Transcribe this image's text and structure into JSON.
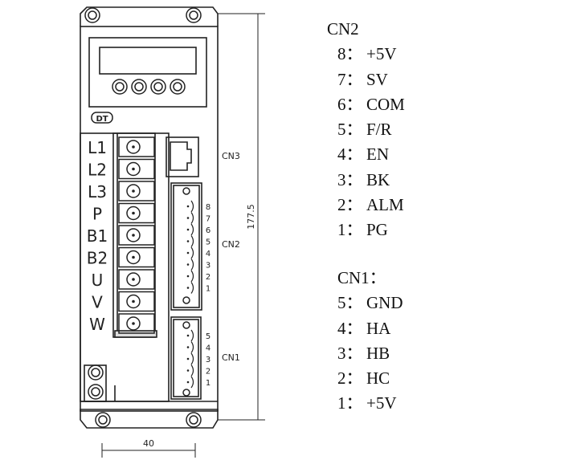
{
  "drawing": {
    "logo": "DT",
    "power_terminals": [
      "L1",
      "L2",
      "L3",
      "P",
      "B1",
      "B2",
      "U",
      "V",
      "W"
    ],
    "connector_labels": {
      "cn3": "CN3",
      "cn2": "CN2",
      "cn1": "CN1"
    },
    "cn2_pin_numbers": [
      "8",
      "7",
      "6",
      "5",
      "4",
      "3",
      "2",
      "1"
    ],
    "cn1_pin_numbers": [
      "5",
      "4",
      "3",
      "2",
      "1"
    ],
    "dimensions": {
      "height": "177.5",
      "mount_spacing": "40"
    },
    "button_count": 4
  },
  "pinouts": {
    "cn2": {
      "title": "CN2",
      "pins": [
        {
          "num": "8：",
          "signal": "+5V"
        },
        {
          "num": "7：",
          "signal": "SV"
        },
        {
          "num": "6：",
          "signal": "COM"
        },
        {
          "num": "5：",
          "signal": "F/R"
        },
        {
          "num": "4：",
          "signal": "EN"
        },
        {
          "num": "3：",
          "signal": "BK"
        },
        {
          "num": "2：",
          "signal": "ALM"
        },
        {
          "num": "1：",
          "signal": "PG"
        }
      ]
    },
    "cn1": {
      "title": "CN1：",
      "pins": [
        {
          "num": "5：",
          "signal": "GND"
        },
        {
          "num": "4：",
          "signal": "HA"
        },
        {
          "num": "3：",
          "signal": "HB"
        },
        {
          "num": "2：",
          "signal": "HC"
        },
        {
          "num": "1：",
          "signal": "+5V"
        }
      ]
    }
  }
}
